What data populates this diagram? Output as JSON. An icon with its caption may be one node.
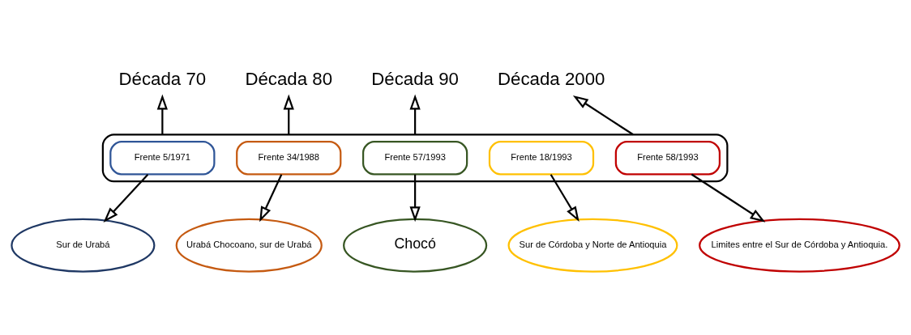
{
  "diagram": {
    "nodes": [
      {
        "text": [],
        "shape": "box"
      },
      {
        "text": [
          "Década 70"
        ]
      },
      {
        "text": [
          "Década 80"
        ]
      },
      {
        "text": [
          "Década 90"
        ]
      },
      {
        "text": [
          "Década 2000"
        ]
      },
      {
        "text": [
          "Frente 5/1971"
        ],
        "in": 0
      },
      {
        "text": [
          "Frente 34/1988"
        ],
        "in": 0
      },
      {
        "text": [
          "Frente 57/1993"
        ],
        "in": 0
      },
      {
        "text": [
          "Frente 18/1993"
        ],
        "in": 0
      },
      {
        "text": [
          "Frente 58/1993"
        ],
        "in": 0
      },
      {
        "text": [
          "Sur de Urabá"
        ]
      },
      {
        "text": [
          "Urabá Chocoano, sur de Urabá"
        ]
      },
      {
        "text": [
          "Chocó"
        ]
      },
      {
        "text": [
          "Sur de Córdoba y Norte de Antioquia"
        ]
      },
      {
        "text": [
          "Limites entre el Sur de Córdoba y Antioquia."
        ]
      }
    ],
    "edges": [
      {
        "from": 0,
        "to": 1,
        "arrow": "to"
      },
      {
        "from": 0,
        "to": 2,
        "arrow": "to"
      },
      {
        "from": 0,
        "to": 3,
        "arrow": "to"
      },
      {
        "from": 0,
        "to": 4,
        "arrow": "to"
      },
      {
        "from": 5,
        "to": 10,
        "arrow": "to"
      },
      {
        "from": 6,
        "to": 11,
        "arrow": "to"
      },
      {
        "from": 7,
        "to": 12,
        "arrow": "to"
      },
      {
        "from": 8,
        "to": 13,
        "arrow": "to"
      },
      {
        "from": 9,
        "to": 14,
        "arrow": "to"
      }
    ]
  }
}
